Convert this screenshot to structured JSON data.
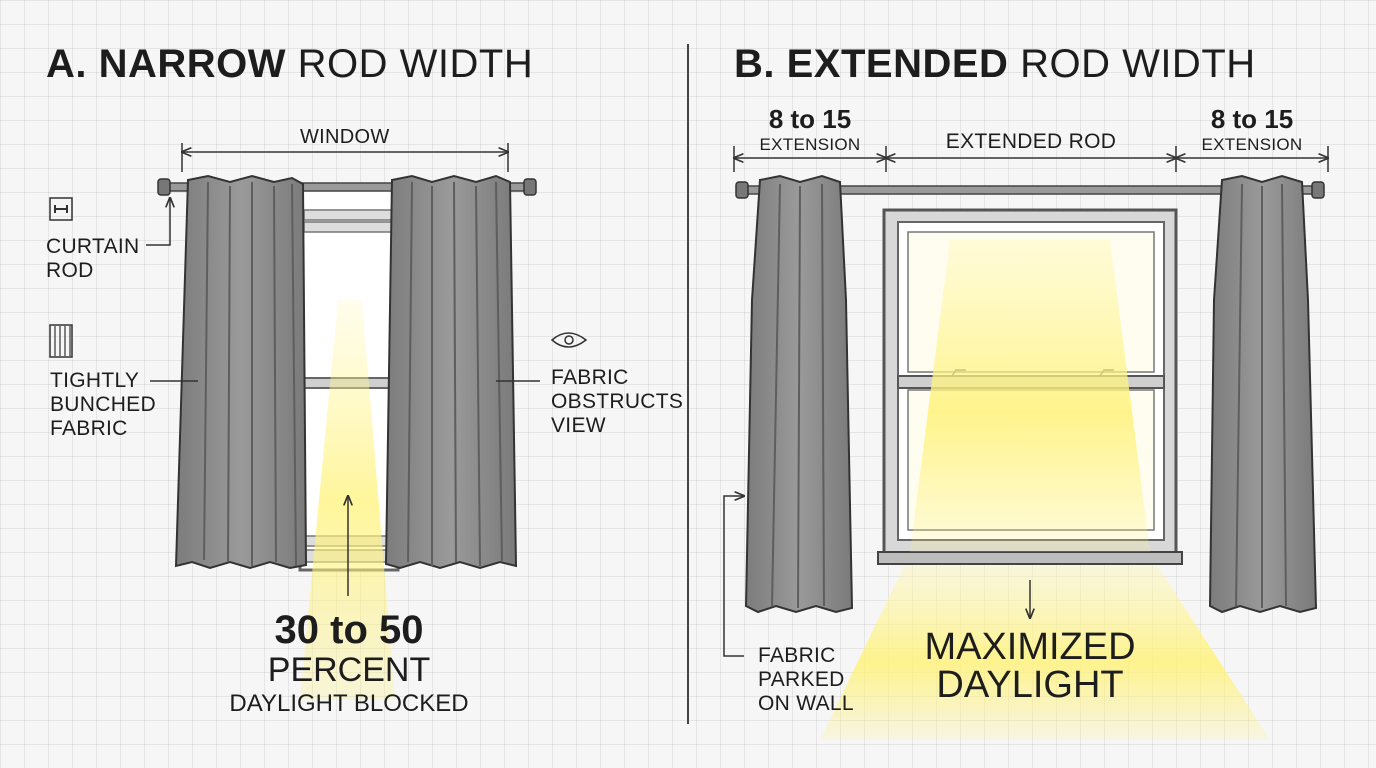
{
  "panel_a": {
    "title_letter": "A.",
    "title_bold": "NARROW",
    "title_rest": "ROD WIDTH",
    "window_label": "WINDOW",
    "rod_label_1": "CURTAIN",
    "rod_label_2": "ROD",
    "bunched_1": "TIGHTLY",
    "bunched_2": "BUNCHED",
    "bunched_3": "FABRIC",
    "obstruct_1": "FABRIC",
    "obstruct_2": "OBSTRUCTS",
    "obstruct_3": "VIEW",
    "stat_value": "30 to 50",
    "stat_unit": "PERCENT",
    "stat_caption": "DAYLIGHT BLOCKED"
  },
  "panel_b": {
    "title_letter": "B.",
    "title_bold": "EXTENDED",
    "title_rest": "ROD WIDTH",
    "left_ext_value": "8 to 15",
    "left_ext_label": "EXTENSION",
    "center_label": "EXTENDED ROD",
    "right_ext_value": "8 to 15",
    "right_ext_label": "EXTENSION",
    "parked_1": "FABRIC",
    "parked_2": "PARKED",
    "parked_3": "ON WALL",
    "result_1": "MAXIMIZED",
    "result_2": "DAYLIGHT"
  },
  "colors": {
    "curtain": "#8a8a8a",
    "rod": "#7a7a7a",
    "light": "#fff27a",
    "ink": "#1d1d1d"
  }
}
